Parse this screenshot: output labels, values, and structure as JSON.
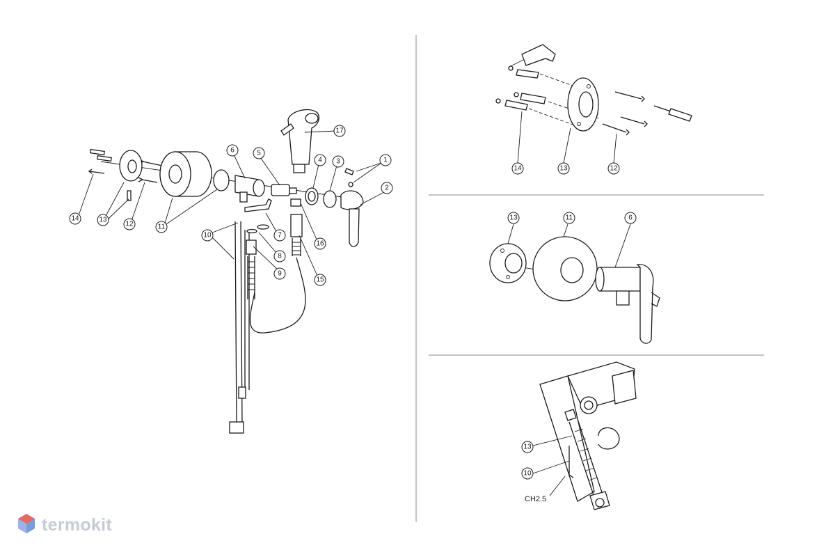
{
  "brand": {
    "name": "termokit",
    "color": "#c7cbd3",
    "accent": "#e46a63",
    "accent2": "#7b9bd8"
  },
  "main_diagram": {
    "callouts": [
      "1",
      "2",
      "3",
      "4",
      "5",
      "6",
      "7",
      "8",
      "9",
      "10",
      "11",
      "12",
      "13",
      "14",
      "15",
      "16",
      "17"
    ]
  },
  "detail_mounting": {
    "callouts": [
      "14",
      "13",
      "12"
    ]
  },
  "detail_assembly": {
    "callouts": [
      "13",
      "11",
      "6"
    ]
  },
  "detail_hose": {
    "callouts": [
      "13",
      "10"
    ],
    "label": "CH2.5"
  },
  "icons": [
    "termokit-logo-icon"
  ]
}
